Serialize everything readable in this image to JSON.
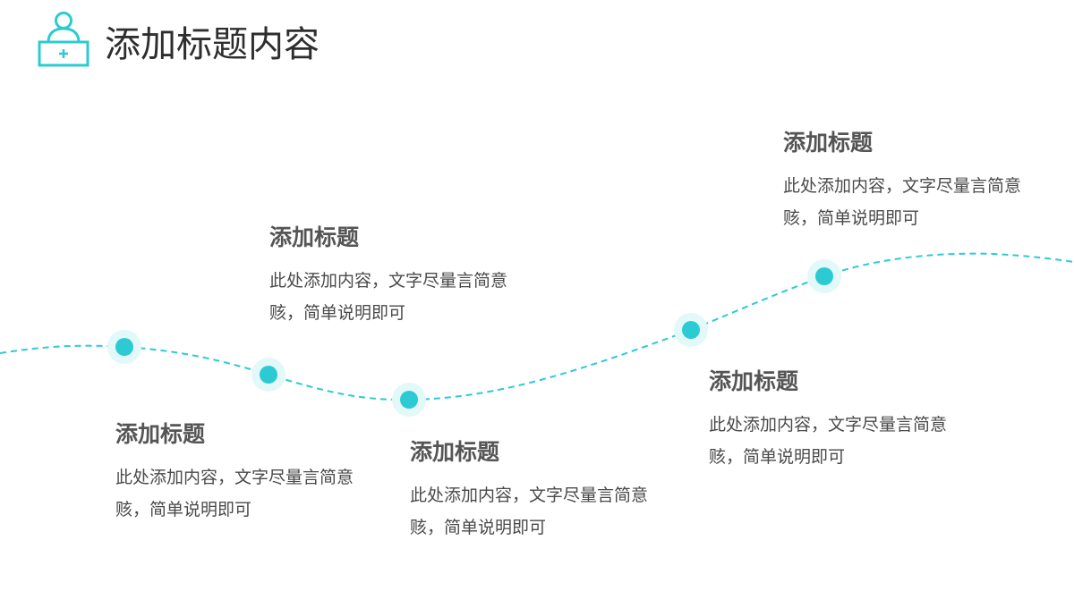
{
  "title": "添加标题内容",
  "colors": {
    "accent": "#2ccbd3",
    "halo": "#e3f8f9",
    "title_text": "#2e2e2e",
    "heading_text": "#555555",
    "body_text": "#4a4a4a"
  },
  "icons": {
    "logo": "desk-person-icon"
  },
  "timeline": [
    {
      "title": "添加标题",
      "desc": "此处添加内容，文字尽量言简意赅，简单说明即可"
    },
    {
      "title": "添加标题",
      "desc": "此处添加内容，文字尽量言简意赅，简单说明即可"
    },
    {
      "title": "添加标题",
      "desc": "此处添加内容，文字尽量言简意赅，简单说明即可"
    },
    {
      "title": "添加标题",
      "desc": "此处添加内容，文字尽量言简意赅，简单说明即可"
    },
    {
      "title": "添加标题",
      "desc": "此处添加内容，文字尽量言简意赅，简单说明即可"
    }
  ]
}
